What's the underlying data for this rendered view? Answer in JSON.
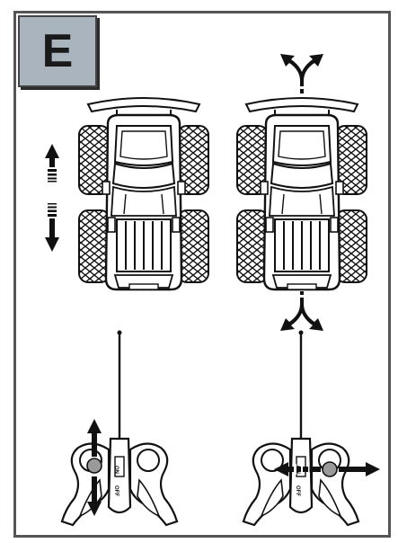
{
  "step": {
    "letter": "E"
  },
  "remote_left": {
    "switch_on": "ON",
    "switch_off": "OFF"
  },
  "remote_right": {
    "switch_on": "ON",
    "switch_off": "OFF"
  },
  "colors": {
    "frame": "#555555",
    "step_box": "#a9b4bf",
    "ink": "#1a1a1a",
    "knob": "#9a9a9a"
  }
}
